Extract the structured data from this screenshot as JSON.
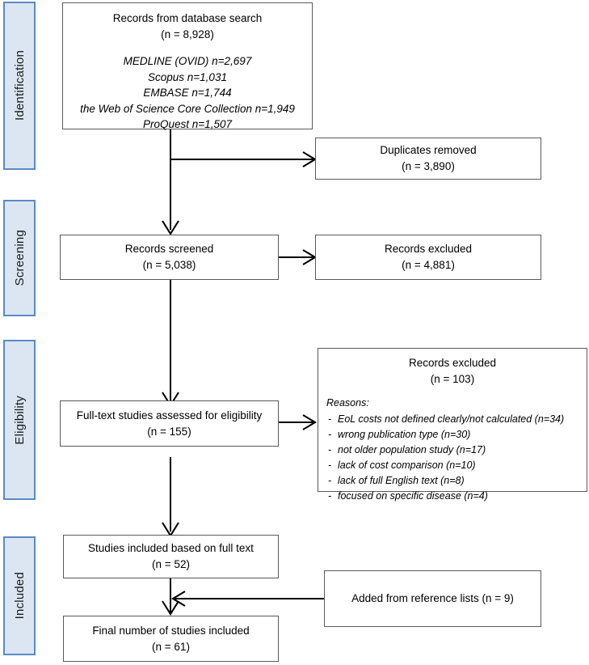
{
  "diagram": {
    "type": "prisma-flow-diagram",
    "title": "PRISMA study selection flow diagram"
  },
  "stages": [
    {
      "label": "Identification"
    },
    {
      "label": "Screening"
    },
    {
      "label": "Eligibility"
    },
    {
      "label": "Included"
    }
  ],
  "boxes": {
    "sources": {
      "title": "Records from database search",
      "count": "(n = 8,928)",
      "databases": [
        "MEDLINE (OVID) n=2,697",
        "Scopus n=1,031",
        "EMBASE n=1,744",
        "the Web of Science Core Collection n=1,949",
        "ProQuest n=1,507"
      ]
    },
    "duplicates": {
      "title": "Duplicates removed",
      "count": "(n = 3,890)"
    },
    "screened": {
      "title": "Records screened",
      "count": "(n = 5,038)"
    },
    "excluded_screening": {
      "title": "Records excluded",
      "count": "(n = 4,881)"
    },
    "fulltext": {
      "title": "Full-text studies assessed for eligibility",
      "count": "(n = 155)"
    },
    "excluded_eligibility": {
      "title": "Records excluded",
      "count": "(n = 103)",
      "reasons_label": "Reasons:",
      "reasons": [
        "EoL costs not defined clearly/not calculated (n=34)",
        "wrong publication type  (n=30)",
        "not older population study (n=17)",
        "lack of cost comparison (n=10)",
        "lack of full English text (n=8)",
        "focused on specific disease (n=4)"
      ]
    },
    "included_fulltext": {
      "title": "Studies included based on full text",
      "count": "(n = 52)"
    },
    "added_references": {
      "title": "Added from reference lists (n = 9)"
    },
    "final": {
      "title": "Final number of studies included",
      "count": "(n = 61)"
    }
  },
  "chart_data": {
    "type": "diagram",
    "title": "PRISMA flow diagram of study selection",
    "nodes": [
      {
        "id": "sources",
        "stage": "Identification",
        "label": "Records from database search",
        "n": 8928,
        "breakdown": [
          {
            "source": "MEDLINE (OVID)",
            "n": 2697
          },
          {
            "source": "Scopus",
            "n": 1031
          },
          {
            "source": "EMBASE",
            "n": 1744
          },
          {
            "source": "the Web of Science Core Collection",
            "n": 1949
          },
          {
            "source": "ProQuest",
            "n": 1507
          }
        ]
      },
      {
        "id": "duplicates",
        "stage": "Identification",
        "label": "Duplicates removed",
        "n": 3890
      },
      {
        "id": "screened",
        "stage": "Screening",
        "label": "Records screened",
        "n": 5038
      },
      {
        "id": "excluded_screening",
        "stage": "Screening",
        "label": "Records excluded",
        "n": 4881
      },
      {
        "id": "fulltext",
        "stage": "Eligibility",
        "label": "Full-text studies assessed for eligibility",
        "n": 155
      },
      {
        "id": "excluded_eligibility",
        "stage": "Eligibility",
        "label": "Records excluded",
        "n": 103,
        "reasons": [
          {
            "reason": "EoL costs not defined clearly/not calculated",
            "n": 34
          },
          {
            "reason": "wrong publication type",
            "n": 30
          },
          {
            "reason": "not older population study",
            "n": 17
          },
          {
            "reason": "lack of cost comparison",
            "n": 10
          },
          {
            "reason": "lack of full English text",
            "n": 8
          },
          {
            "reason": "focused on specific disease",
            "n": 4
          }
        ]
      },
      {
        "id": "included_fulltext",
        "stage": "Included",
        "label": "Studies included based on full text",
        "n": 52
      },
      {
        "id": "added_references",
        "stage": "Included",
        "label": "Added from reference lists",
        "n": 9
      },
      {
        "id": "final",
        "stage": "Included",
        "label": "Final number of studies included",
        "n": 61
      }
    ],
    "edges": [
      {
        "from": "sources",
        "to": "duplicates"
      },
      {
        "from": "sources",
        "to": "screened"
      },
      {
        "from": "screened",
        "to": "excluded_screening"
      },
      {
        "from": "screened",
        "to": "fulltext"
      },
      {
        "from": "fulltext",
        "to": "excluded_eligibility"
      },
      {
        "from": "fulltext",
        "to": "included_fulltext"
      },
      {
        "from": "included_fulltext",
        "to": "final"
      },
      {
        "from": "added_references",
        "to": "final"
      }
    ],
    "colors": {
      "stage_fill": "#dce6f2",
      "stage_border": "#5b8ac4",
      "box_border": "#5a5a5a",
      "connector": "#000000"
    }
  }
}
